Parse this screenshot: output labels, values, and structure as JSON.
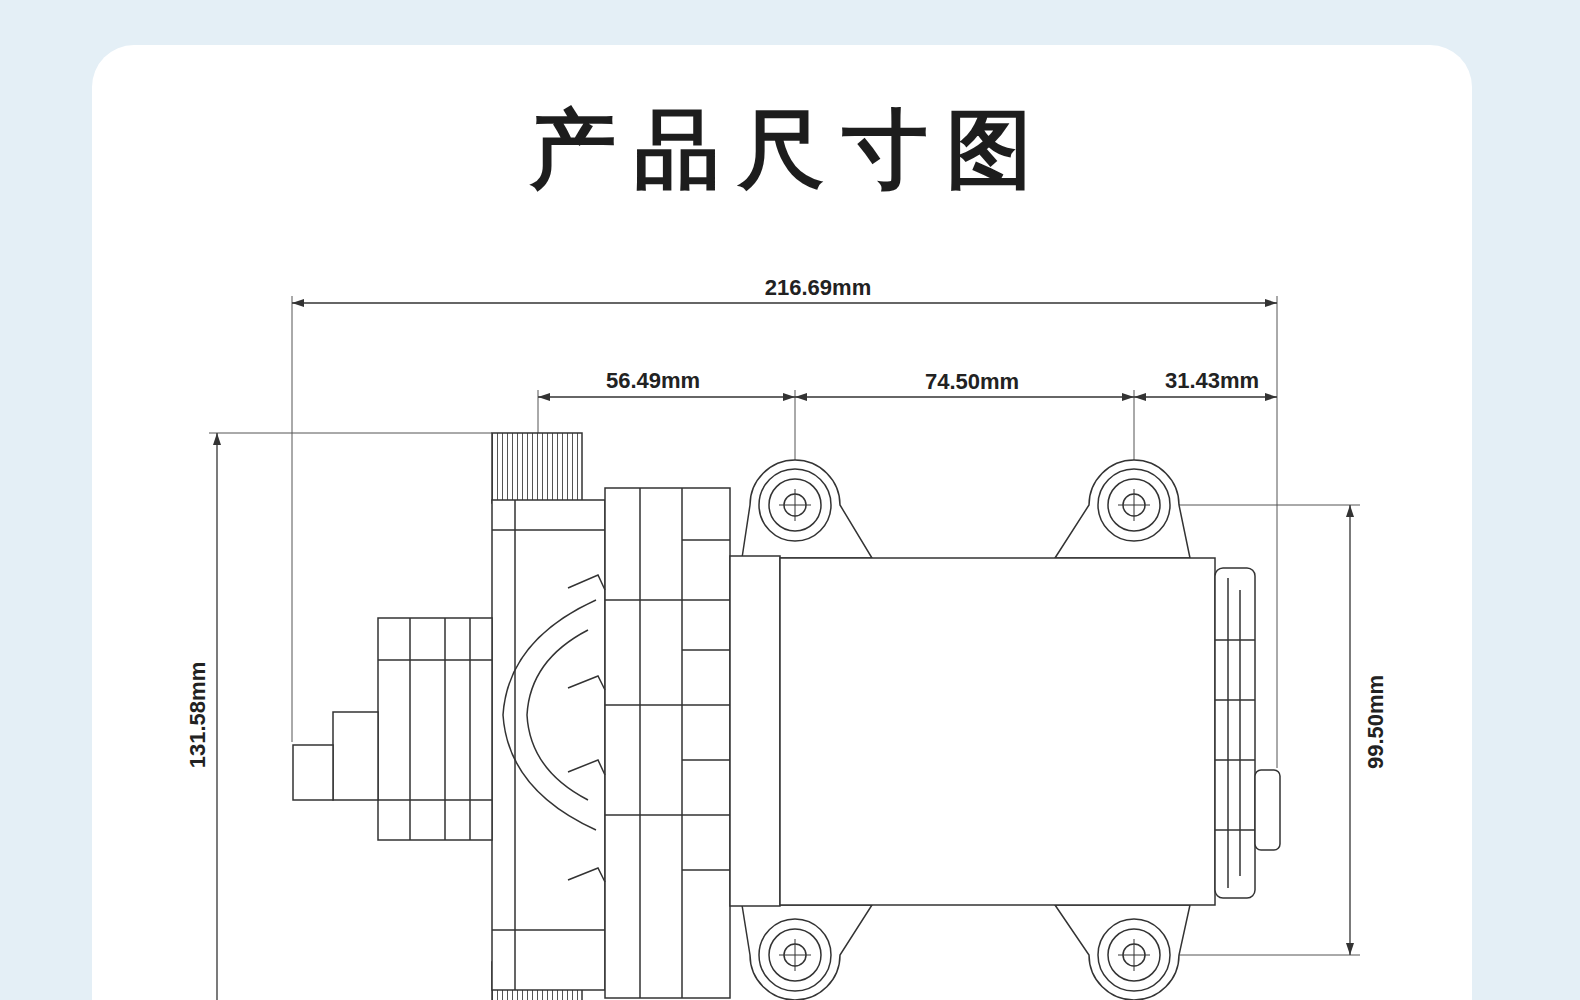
{
  "diagram": {
    "title": "产品尺寸图",
    "labels": [
      "216.69mm",
      "56.49mm",
      "74.50mm",
      "31.43mm",
      "131.58mm",
      "99.50mm"
    ]
  }
}
